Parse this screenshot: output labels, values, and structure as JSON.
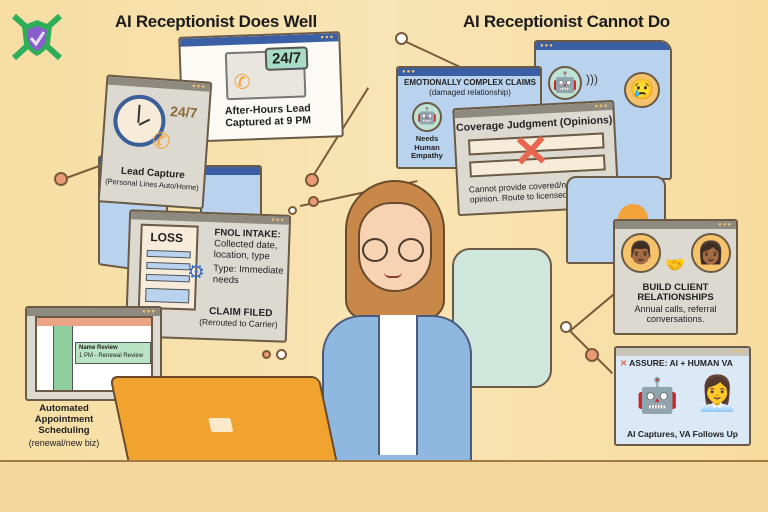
{
  "logo": {
    "name": "shield-check-logo",
    "colors": [
      "#2fae5a",
      "#7d4fc0"
    ]
  },
  "titles": {
    "left": "AI Receptionist Does Well",
    "right": "AI Receptionist Cannot Do"
  },
  "does_well": {
    "after_hours": {
      "badge": "24/7",
      "caption": "After-Hours Lead Captured at 9 PM"
    },
    "lead_capture": {
      "badge": "24/7",
      "title": "Lead Capture",
      "subtitle": "(Personal Lines Auto/Home)"
    },
    "fnol": {
      "form_title": "LOSS",
      "heading": "FNOL INTAKE:",
      "line1": "Collected date, location, type",
      "line2": "Type: Immediate needs",
      "status": "CLAIM FILED",
      "status_note": "(Rerouted to Carrier)"
    },
    "scheduling": {
      "event_title": "Name Review",
      "event_time": "1 PM - Renewal Review",
      "caption": "Automated Appointment Scheduling",
      "caption_note": "(renewal/new biz)"
    }
  },
  "cannot_do": {
    "emotional": {
      "heading": "EMOTIONALLY COMPLEX CLAIMS",
      "note": "(damaged relationship)",
      "label": "Needs Human Empathy"
    },
    "coverage": {
      "heading": "Coverage Judgment (Opinions)",
      "note": "Cannot provide covered/not-covered opinion. Route to licensed Producer."
    },
    "relationships": {
      "heading": "BUILD CLIENT RELATIONSHIPS",
      "note": "Annual calls, referral conversations."
    },
    "assure": {
      "heading": "ASSURE: AI + HUMAN VA",
      "caption": "AI Captures, VA Follows Up"
    }
  },
  "colors": {
    "accent_orange": "#f2a33a",
    "panel_blue": "#b9d2ee",
    "x_red": "#e8664f",
    "bg": "#f7e0a8"
  }
}
